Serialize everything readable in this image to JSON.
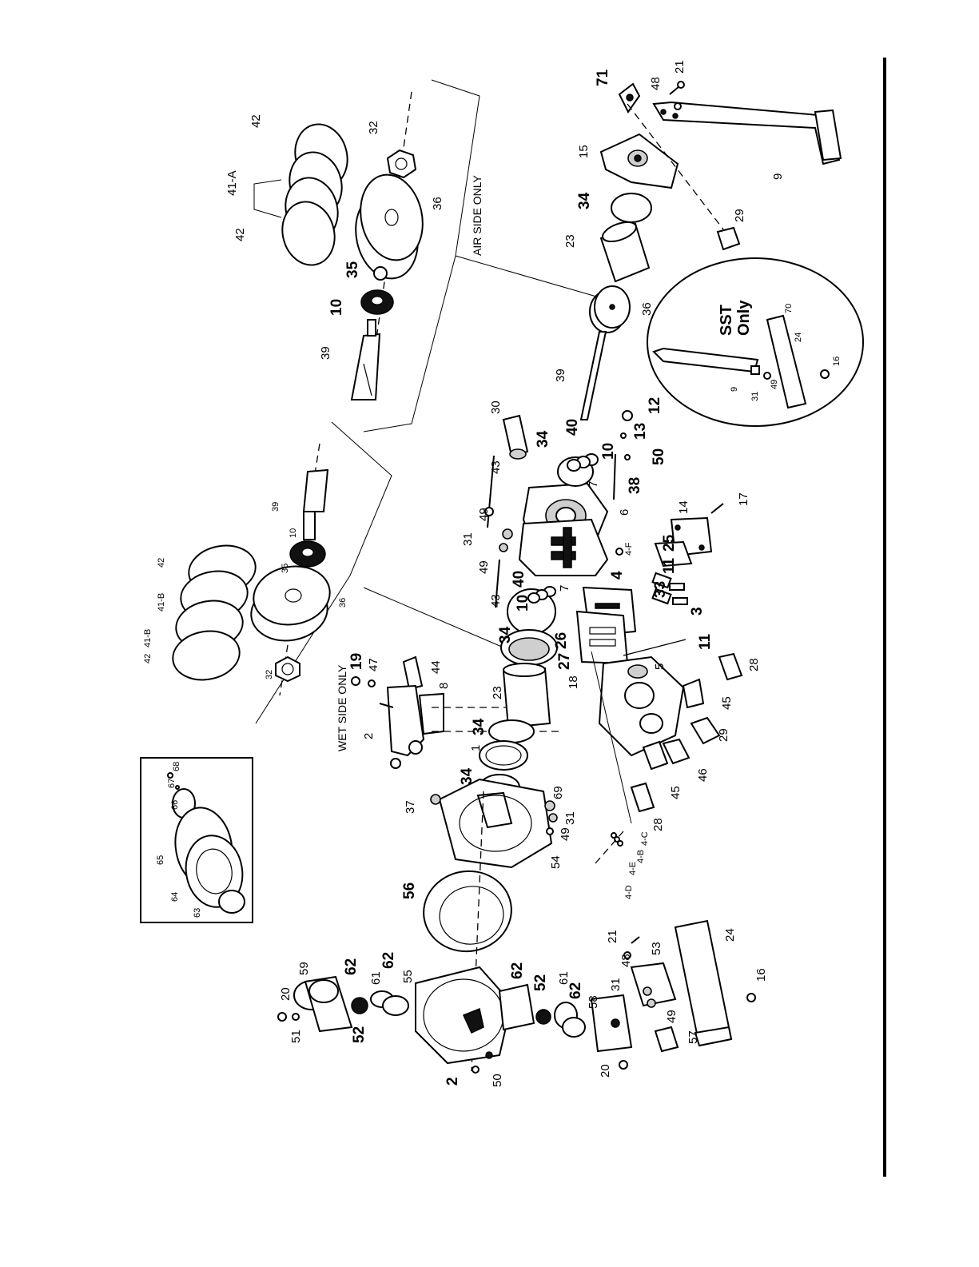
{
  "section_labels": {
    "air_side_only": "AIR SIDE ONLY",
    "wet_side_only": "WET SIDE ONLY",
    "sst_only_line1": "SST",
    "sst_only_line2": "Only"
  },
  "callouts": {
    "c71": "71",
    "c48a": "48",
    "c21a": "21",
    "c15": "15",
    "c9a": "9",
    "c34a": "34",
    "c29a": "29",
    "c23a": "23",
    "c36a": "36",
    "c42a": "42",
    "c41A": "41-A",
    "c42b": "42",
    "c32a": "32",
    "c36b": "36",
    "c35a": "35",
    "c10a": "10",
    "c39a": "39",
    "c39b": "39",
    "c70": "70",
    "c24a": "24",
    "c16a": "16",
    "c9b": "9",
    "c31a": "31",
    "c49a": "49",
    "c30": "30",
    "c40a": "40",
    "c34b": "34",
    "c10b": "10",
    "c7a": "7",
    "c12": "12",
    "c13": "13",
    "c50a": "50",
    "c38": "38",
    "c43a": "43",
    "c49b": "49",
    "c31b": "31",
    "c6": "6",
    "c49c": "49",
    "c14": "14",
    "c17": "17",
    "c4F": "4-F",
    "c25": "25",
    "c11a": "11",
    "c33": "33",
    "c3": "3",
    "c43b": "43",
    "c40b": "40",
    "c10c": "10",
    "c7b": "7",
    "c4": "4",
    "c34c": "34",
    "c26": "26",
    "c27": "27",
    "c18": "18",
    "c11b": "11",
    "c5": "5",
    "c28a": "28",
    "c45a": "45",
    "c29b": "29",
    "c46": "46",
    "c45b": "45",
    "c28b": "28",
    "c39c": "39",
    "c10d": "10",
    "c35b": "35",
    "c36c": "36",
    "c42c": "42",
    "c41Ba": "41-B",
    "c41Bb": "41-B",
    "c42d": "42",
    "c32b": "32",
    "c19": "19",
    "c47": "47",
    "c44": "44",
    "c8": "8",
    "c2a": "2",
    "c23b": "23",
    "c34d": "34",
    "c1": "1",
    "c34e": "34",
    "c68": "68",
    "c67": "67",
    "c66": "66",
    "c65": "65",
    "c64": "64",
    "c63": "63",
    "c37": "37",
    "c69": "69",
    "c31c": "31",
    "c49d": "49",
    "c54": "54",
    "c4D": "4-D",
    "c4E": "4-E",
    "c4B": "4-B",
    "c4C": "4-C",
    "c56": "56",
    "c20a": "20",
    "c59": "59",
    "c62a": "62",
    "c61a": "61",
    "c62b": "62",
    "c55": "55",
    "c51": "51",
    "c52a": "52",
    "c62c": "62",
    "c52b": "52",
    "c61b": "61",
    "c62d": "62",
    "c58": "58",
    "c21b": "21",
    "c48b": "48",
    "c53": "53",
    "c31d": "31",
    "c24b": "24",
    "c16b": "16",
    "c49e": "49",
    "c57": "57",
    "c2b": "2",
    "c50b": "50",
    "c20b": "20"
  }
}
